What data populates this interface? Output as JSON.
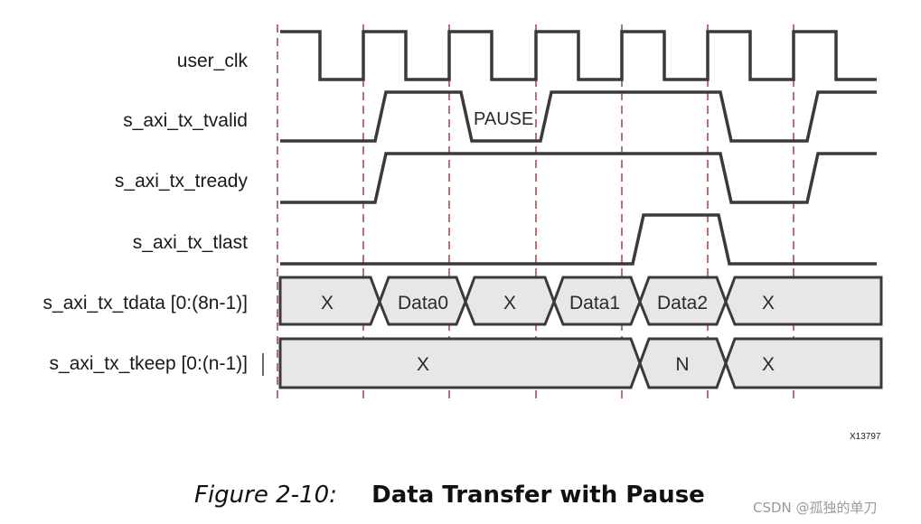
{
  "signals": [
    {
      "label": "user_clk"
    },
    {
      "label": "s_axi_tx_tvalid"
    },
    {
      "label": "s_axi_tx_tready"
    },
    {
      "label": "s_axi_tx_tlast"
    },
    {
      "label": "s_axi_tx_tdata [0:(8n-1)]"
    },
    {
      "label": "s_axi_tx_tkeep [0:(n-1)]"
    }
  ],
  "tdata_values": [
    "X",
    "Data0",
    "X",
    "Data1",
    "Data2",
    "X"
  ],
  "tkeep_values": [
    "X",
    "N",
    "X"
  ],
  "tvalid_annotation": "PAUSE",
  "figure_id": "X13797",
  "caption": {
    "number": "Figure 2-10:",
    "title": "Data Transfer with Pause"
  },
  "watermark": "CSDN @孤独的单刀",
  "colors": {
    "trace": "#3a3a3a",
    "bus_fill": "#e7e7e7",
    "marker": "#a04040",
    "text": "#1a1a1a"
  }
}
